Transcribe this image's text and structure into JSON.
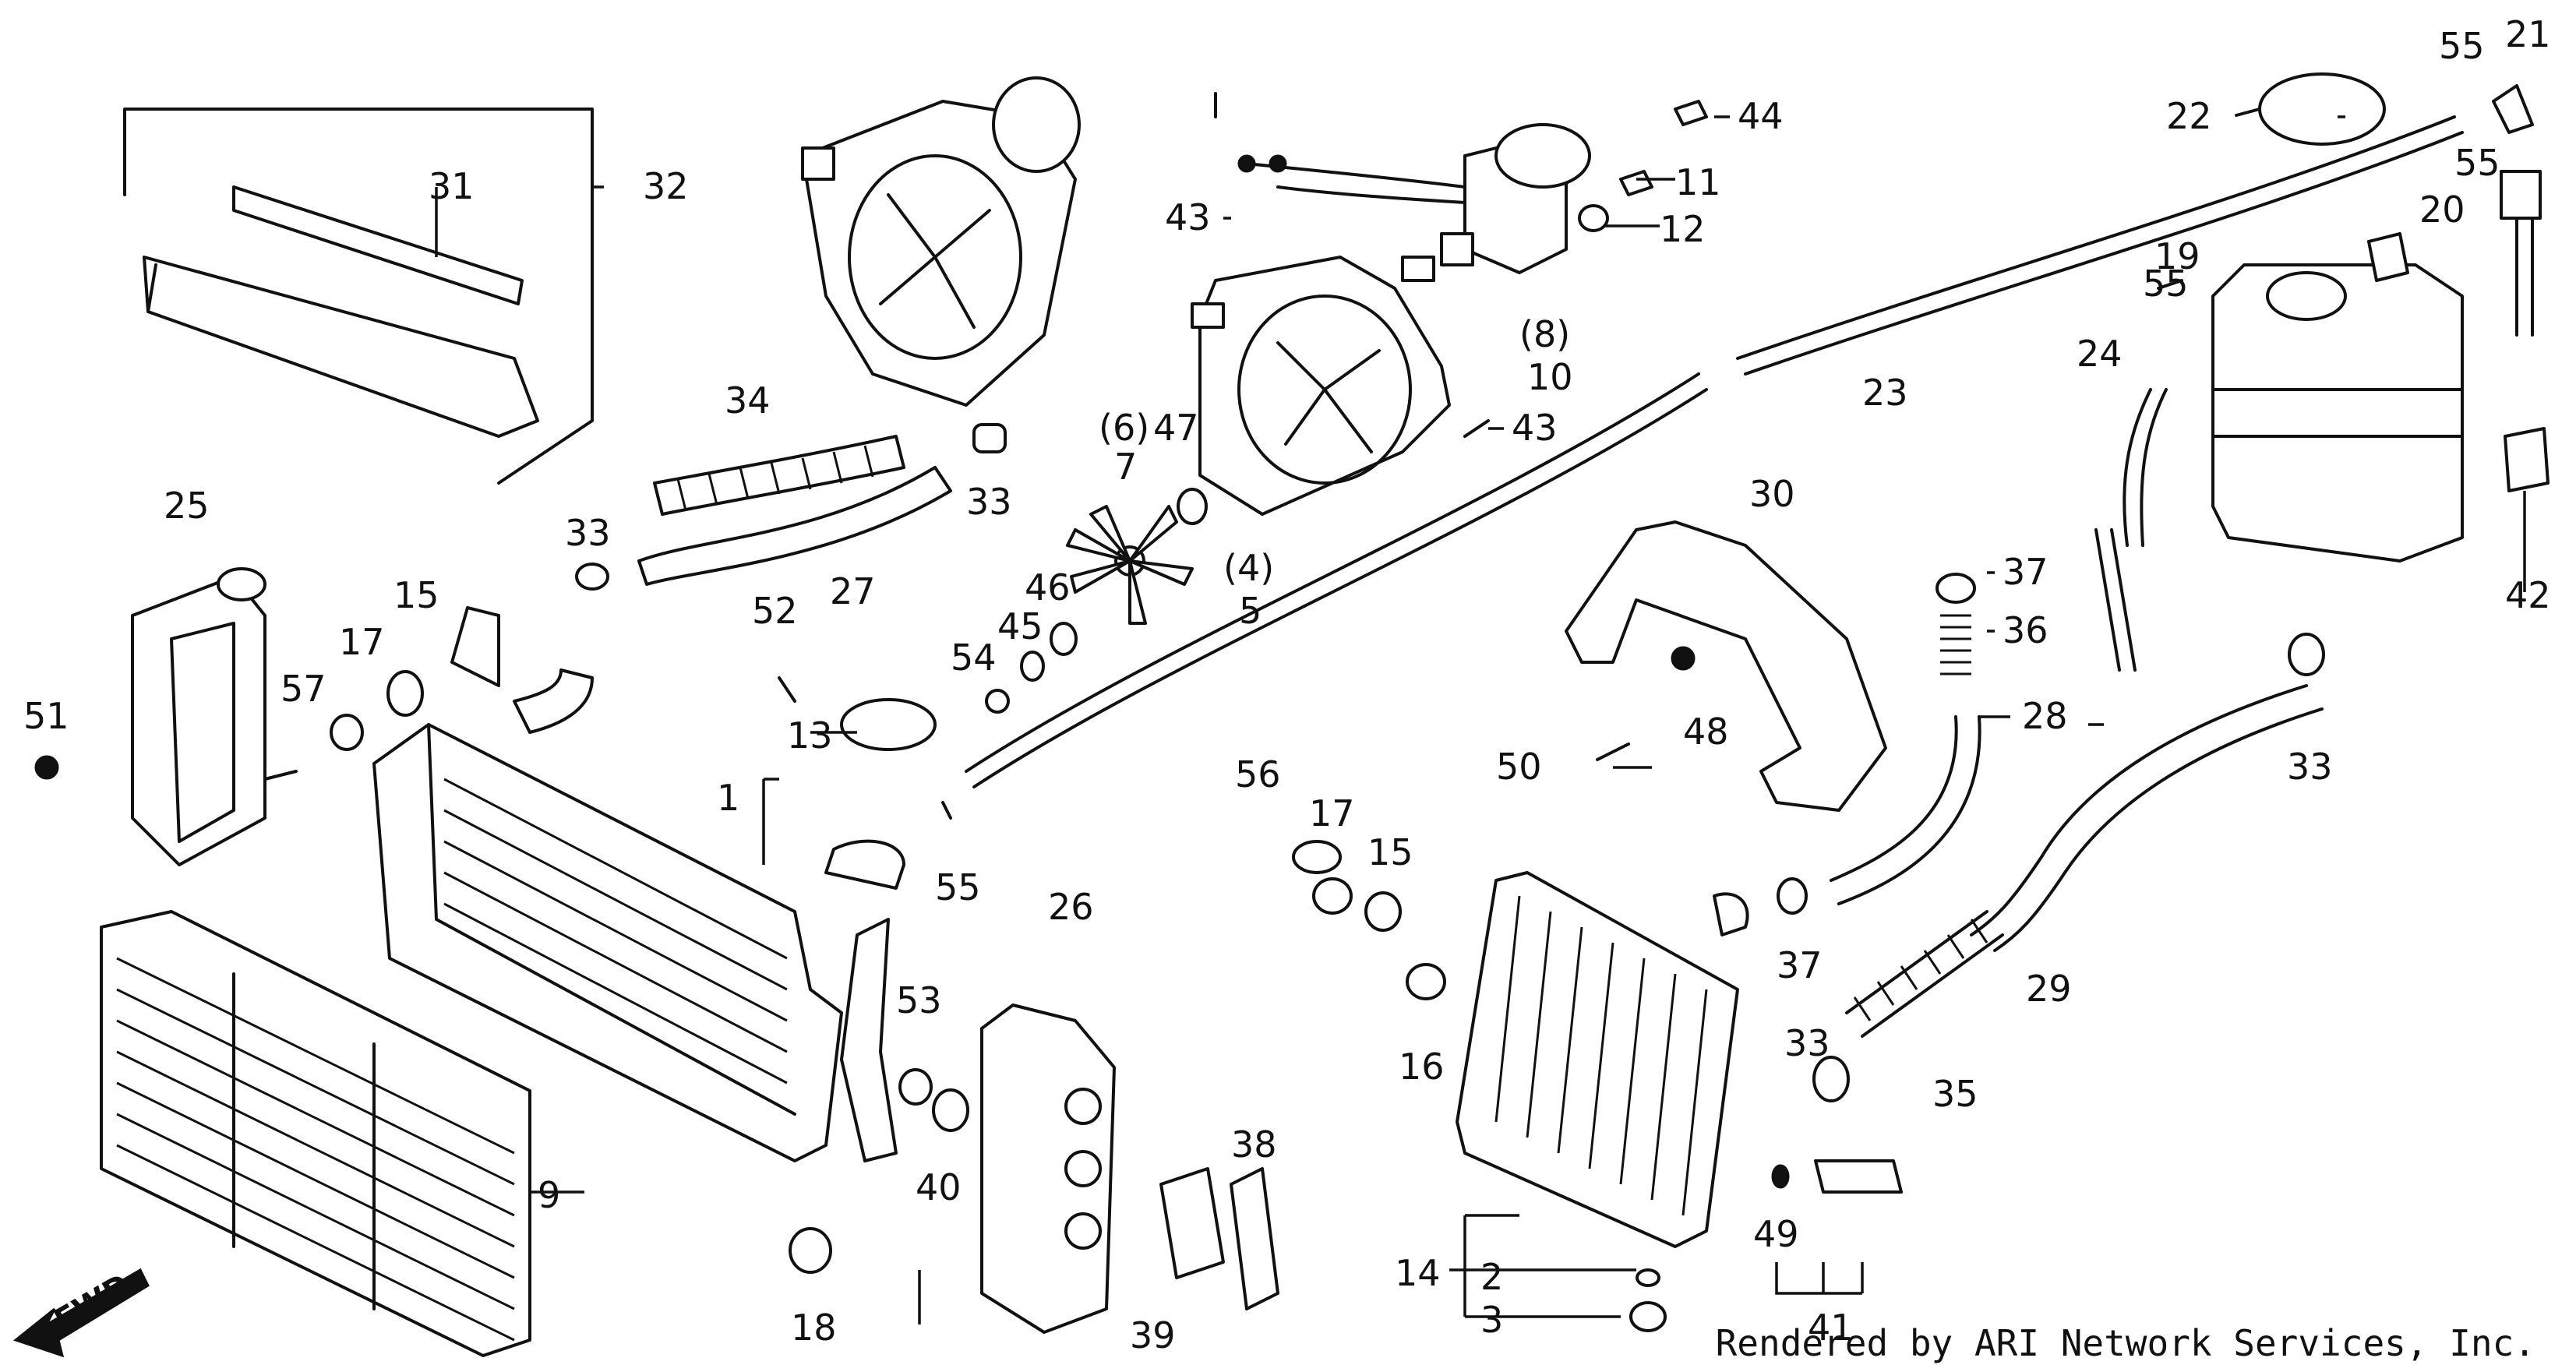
{
  "credit": "Rendered by ARI Network Services, Inc.",
  "fwd_label": "FWD",
  "callouts": {
    "c1": "1",
    "c2": "2",
    "c3": "3",
    "c4": "(4)",
    "c5": "5",
    "c6": "(6)",
    "c7": "7",
    "c8": "(8)",
    "c9": "9",
    "c10": "10",
    "c11": "11",
    "c12": "12",
    "c13": "13",
    "c14": "14",
    "c15a": "15",
    "c15b": "15",
    "c16": "16",
    "c17a": "17",
    "c17b": "17",
    "c18": "18",
    "c19": "19",
    "c20": "20",
    "c21": "21",
    "c22": "22",
    "c23": "23",
    "c24": "24",
    "c25": "25",
    "c26": "26",
    "c27": "27",
    "c28": "28",
    "c29": "29",
    "c30": "30",
    "c31": "31",
    "c32": "32",
    "c33a": "33",
    "c33b": "33",
    "c33c": "33",
    "c33d": "33",
    "c34": "34",
    "c35": "35",
    "c36": "36",
    "c37a": "37",
    "c37b": "37",
    "c38": "38",
    "c39": "39",
    "c40": "40",
    "c41": "41",
    "c42": "42",
    "c43a": "43",
    "c43b": "43",
    "c44": "44",
    "c45": "45",
    "c46": "46",
    "c47": "47",
    "c48": "48",
    "c49": "49",
    "c50": "50",
    "c51": "51",
    "c52": "52",
    "c53": "53",
    "c54": "54",
    "c55a": "55",
    "c55b": "55",
    "c55c": "55",
    "c55d": "55",
    "c56": "56",
    "c57": "57"
  }
}
